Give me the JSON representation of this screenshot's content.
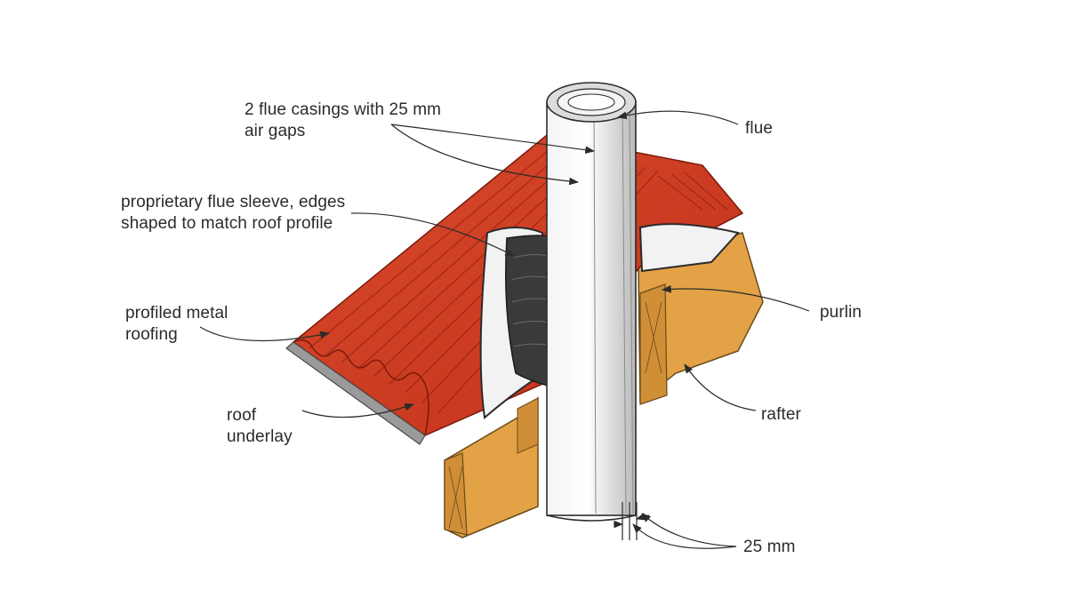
{
  "labels": {
    "casings": [
      "2 flue casings with 25 mm",
      "air gaps"
    ],
    "flue": "flue",
    "sleeve": [
      "proprietary flue sleeve, edges",
      "shaped to match roof profile"
    ],
    "roofing": [
      "profiled metal",
      "roofing"
    ],
    "purlin": "purlin",
    "underlay": [
      "roof",
      "underlay"
    ],
    "rafter": "rafter",
    "gap": "25 mm"
  },
  "colors": {
    "roof_red": "#cf3a22",
    "roof_dark": "#8f1f10",
    "timber": "#e3a246",
    "timber_dark": "#b8792a",
    "flue": "#e6e6e6",
    "sleeve": "#3a3a3a",
    "underlay": "#9a9a9a",
    "ink": "#2b2b2b"
  }
}
